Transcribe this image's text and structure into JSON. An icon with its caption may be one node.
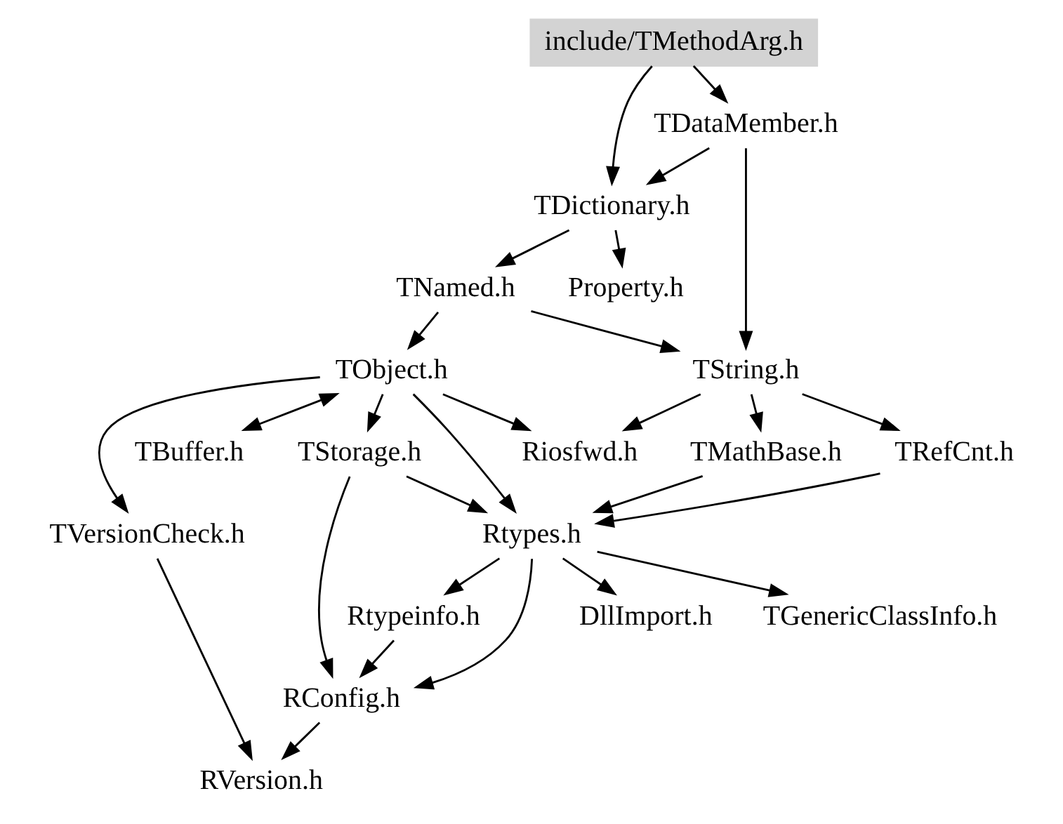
{
  "diagram": {
    "nodes": [
      {
        "text": [
          "include/TMethodArg.h"
        ]
      },
      {
        "text": [
          "TDataMember.h"
        ]
      },
      {
        "text": [
          "TDictionary.h"
        ]
      },
      {
        "text": [
          "Property.h"
        ]
      },
      {
        "text": [
          "TNamed.h"
        ]
      },
      {
        "text": [
          "TObject.h"
        ]
      },
      {
        "text": [
          "TString.h"
        ]
      },
      {
        "text": [
          "TBuffer.h"
        ]
      },
      {
        "text": [
          "TStorage.h"
        ]
      },
      {
        "text": [
          "Riosfwd.h"
        ]
      },
      {
        "text": [
          "TRefCnt.h"
        ]
      },
      {
        "text": [
          "TMathBase.h"
        ]
      },
      {
        "text": [
          "TVersionCheck.h"
        ]
      },
      {
        "text": [
          "Rtypes.h"
        ]
      },
      {
        "text": [
          "DllImport.h"
        ]
      },
      {
        "text": [
          "TGenericClassInfo.h"
        ]
      },
      {
        "text": [
          "Rtypeinfo.h"
        ]
      },
      {
        "text": [
          "RConfig.h"
        ]
      },
      {
        "text": [
          "RVersion.h"
        ]
      }
    ],
    "edges": [
      {
        "from": 0,
        "to": 2,
        "arrow": "to"
      },
      {
        "from": 0,
        "to": 1,
        "arrow": "to"
      },
      {
        "from": 1,
        "to": 2,
        "arrow": "to"
      },
      {
        "from": 1,
        "to": 6,
        "arrow": "to"
      },
      {
        "from": 2,
        "to": 3,
        "arrow": "to"
      },
      {
        "from": 2,
        "to": 4,
        "arrow": "to"
      },
      {
        "from": 4,
        "to": 5,
        "arrow": "to"
      },
      {
        "from": 4,
        "to": 6,
        "arrow": "to"
      },
      {
        "from": 5,
        "to": 7,
        "arrow": "both"
      },
      {
        "from": 5,
        "to": 8,
        "arrow": "to"
      },
      {
        "from": 5,
        "to": 9,
        "arrow": "to"
      },
      {
        "from": 5,
        "to": 12,
        "arrow": "to"
      },
      {
        "from": 5,
        "to": 13,
        "arrow": "to"
      },
      {
        "from": 6,
        "to": 9,
        "arrow": "to"
      },
      {
        "from": 6,
        "to": 10,
        "arrow": "to"
      },
      {
        "from": 6,
        "to": 11,
        "arrow": "to"
      },
      {
        "from": 8,
        "to": 13,
        "arrow": "to"
      },
      {
        "from": 8,
        "to": 17,
        "arrow": "to"
      },
      {
        "from": 10,
        "to": 13,
        "arrow": "to"
      },
      {
        "from": 11,
        "to": 13,
        "arrow": "to"
      },
      {
        "from": 12,
        "to": 18,
        "arrow": "to"
      },
      {
        "from": 13,
        "to": 14,
        "arrow": "to"
      },
      {
        "from": 13,
        "to": 15,
        "arrow": "to"
      },
      {
        "from": 13,
        "to": 16,
        "arrow": "to"
      },
      {
        "from": 13,
        "to": 17,
        "arrow": "to"
      },
      {
        "from": 16,
        "to": 17,
        "arrow": "to"
      },
      {
        "from": 17,
        "to": 18,
        "arrow": "to"
      }
    ]
  }
}
